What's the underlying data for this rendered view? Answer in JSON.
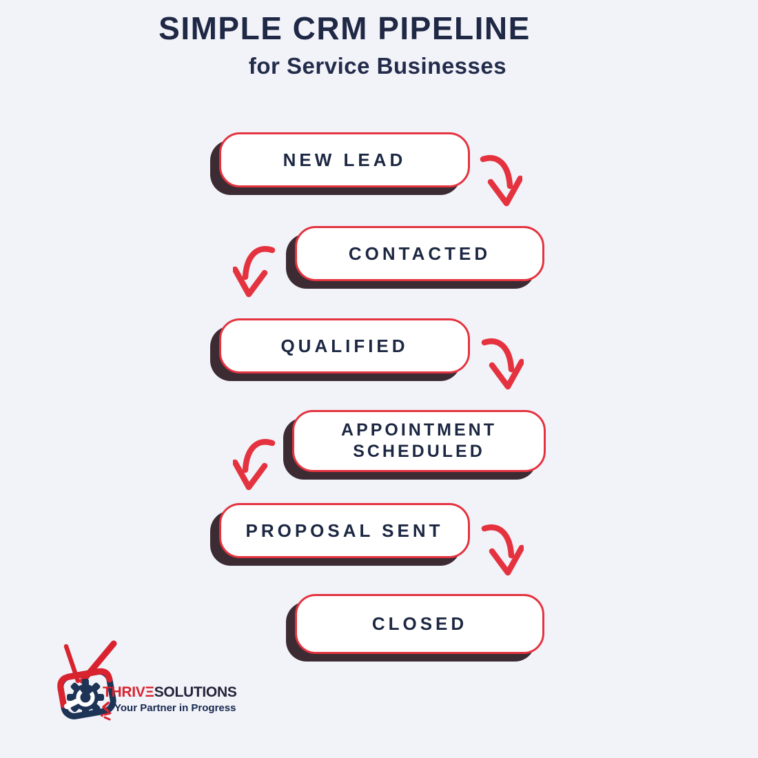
{
  "header": {
    "title": "SIMPLE CRM PIPELINE",
    "subtitle": "for Service Businesses"
  },
  "pipeline": {
    "stages": [
      {
        "label": "NEW LEAD"
      },
      {
        "label": "CONTACTED"
      },
      {
        "label": "QUALIFIED"
      },
      {
        "label": "APPOINTMENT SCHEDULED"
      },
      {
        "label": "PROPOSAL SENT"
      },
      {
        "label": "CLOSED"
      }
    ],
    "arrows": [
      "right",
      "left",
      "right",
      "left",
      "right"
    ],
    "arrow_icon": "curved-down-arrow"
  },
  "footer": {
    "brand": {
      "primary": "THRIVΞ",
      "secondary": "SOLUTIONS"
    },
    "tagline": "Your Partner in Progress",
    "logo_icon": "tv-gear-wrench-logo"
  },
  "colors": {
    "background": "#F2F2F9",
    "accent_red": "#E4333F",
    "navy_text": "#1C2742",
    "pill_shadow": "#3C2B33",
    "logo_red": "#D9232E",
    "logo_navy": "#1D3456"
  }
}
